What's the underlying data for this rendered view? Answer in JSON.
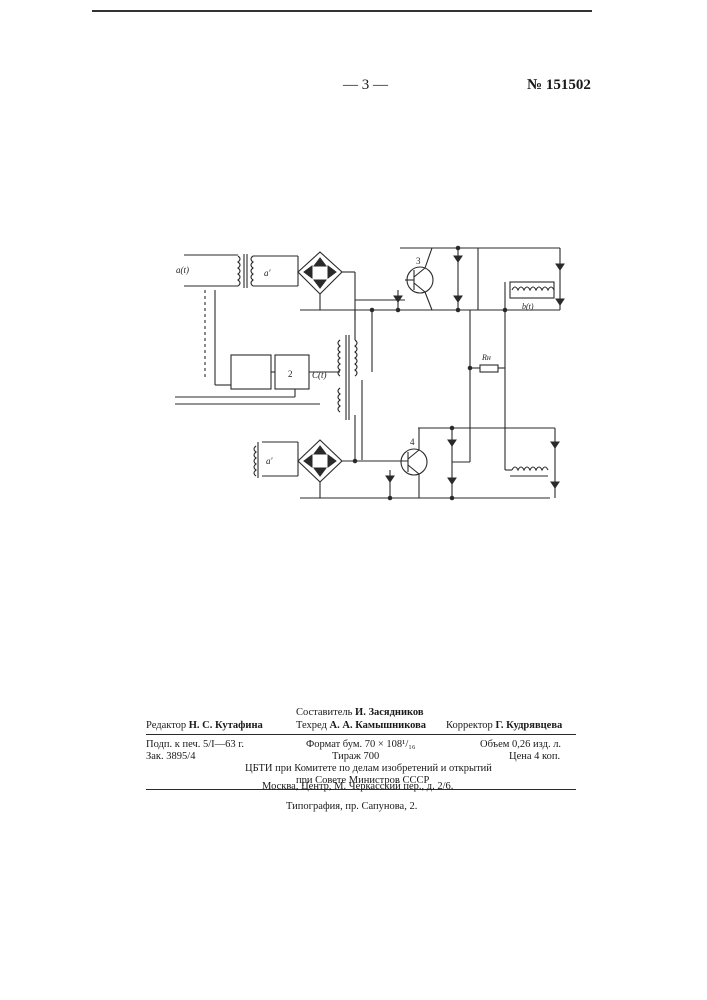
{
  "header": {
    "page_number": "— 3 —",
    "patent_number": "№ 151502"
  },
  "schematic": {
    "labels": {
      "a_t": "a(t)",
      "a_prime_top": "a'",
      "a_prime_bottom": "a'",
      "transistor_3": "3",
      "transistor_4": "4",
      "block_2": "2",
      "c_t": "C(t)",
      "b_t": "b(t)",
      "r_n": "Rн"
    }
  },
  "colophon": {
    "compiler_label": "Составитель",
    "compiler_name": "И. Засядников",
    "editor_label": "Редактор",
    "editor_name": "Н. С. Кутафина",
    "techred_label": "Техред",
    "techred_name": "А. А. Камышникова",
    "corrector_label": "Корректор",
    "corrector_name": "Г. Кудрявцева",
    "signed": "Подп. к печ. 5/I—63 г.",
    "format": "Формат бум. 70 × 108¹/₁₆",
    "volume": "Объем 0,26 изд. л.",
    "order": "Зак. 3895/4",
    "print_run": "Тираж 700",
    "price": "Цена 4 коп.",
    "org_line1": "ЦБТИ при Комитете по делам изобретений и открытий",
    "org_line2": "при Совете Министров СССР",
    "address": "Москва, Центр, М. Черкасский пер., д. 2/6.",
    "printer": "Типография, пр. Сапунова, 2."
  }
}
